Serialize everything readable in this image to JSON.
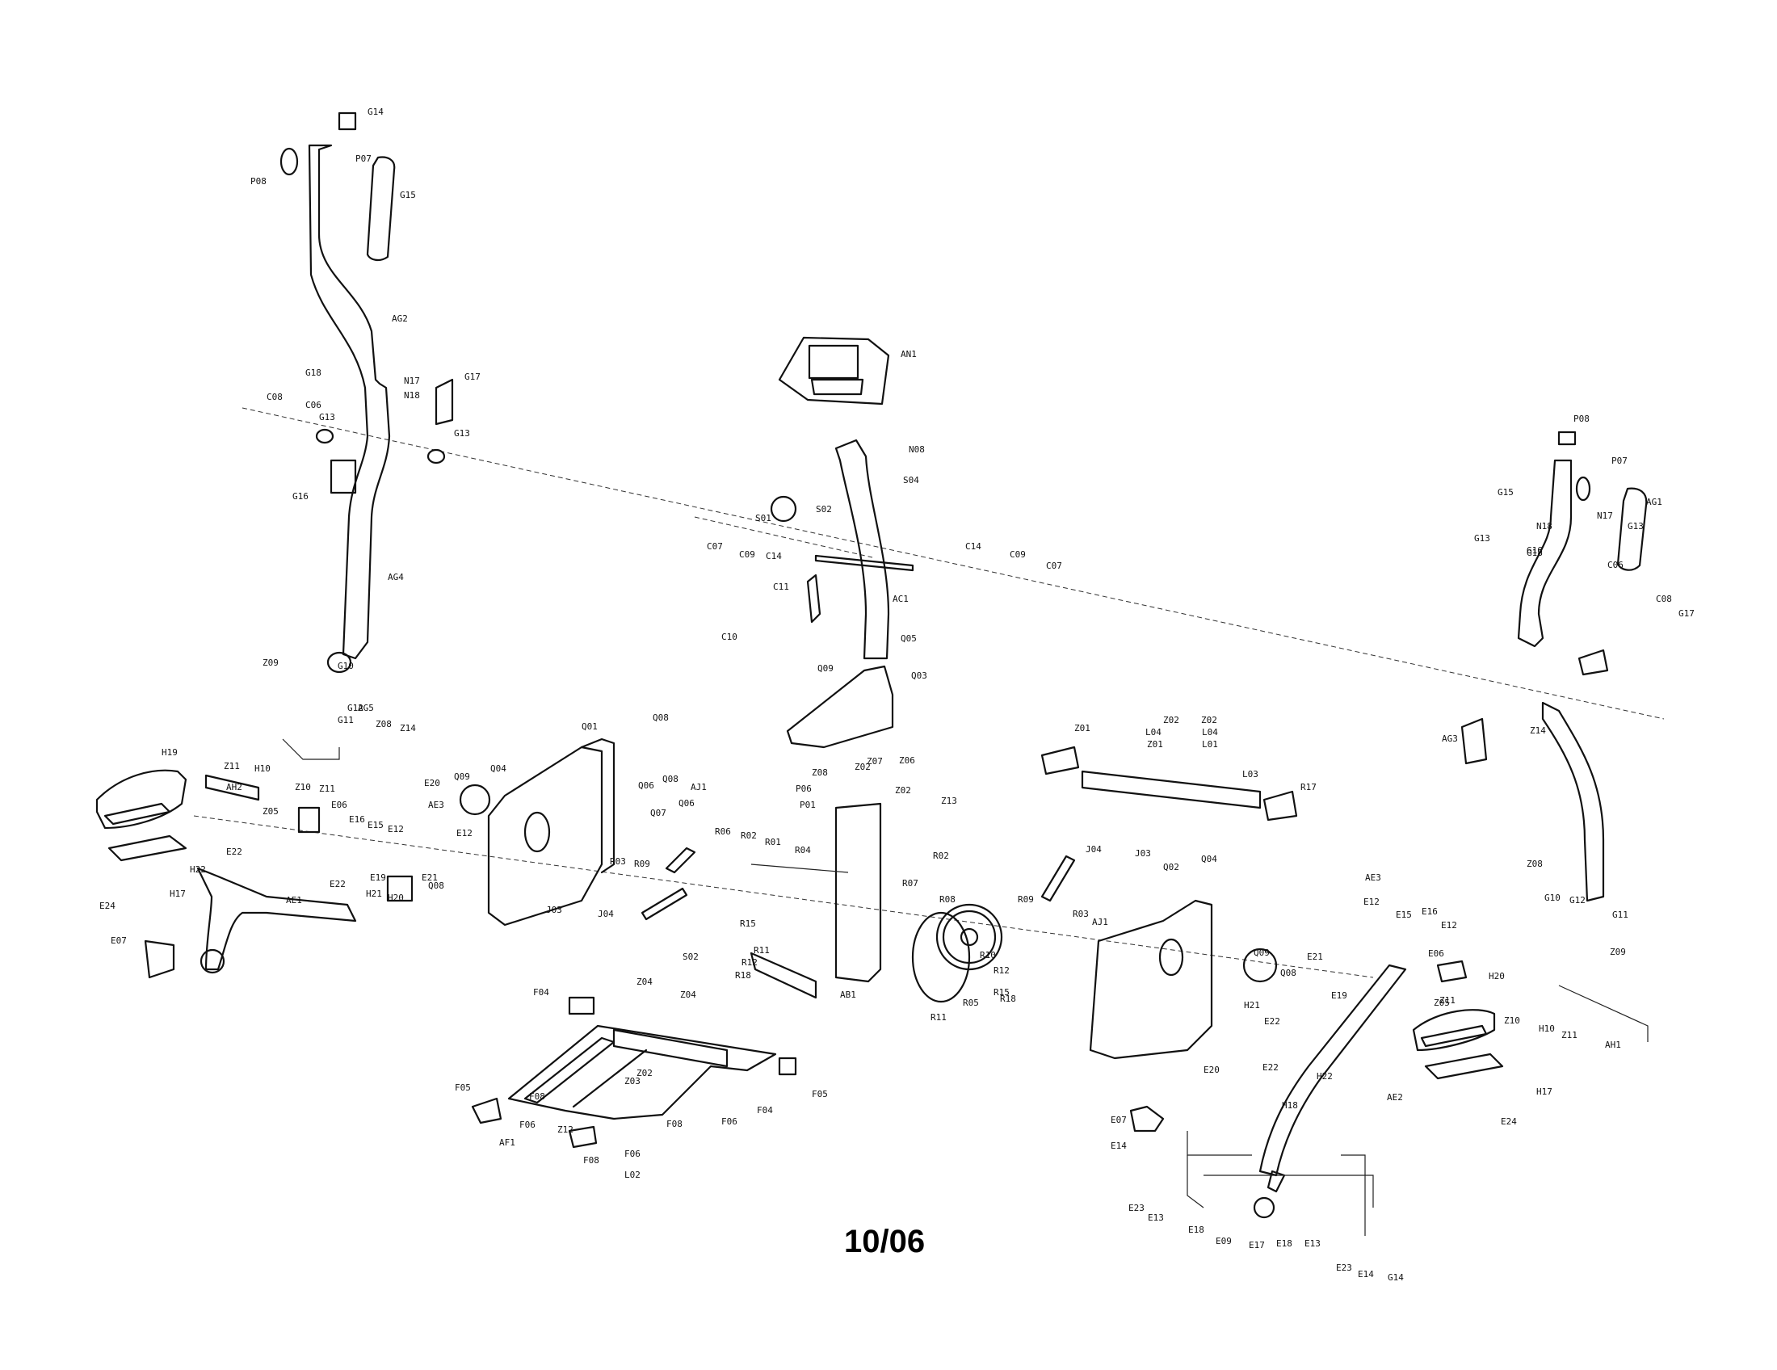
{
  "footer": {
    "code": "10/06"
  },
  "labels": [
    "G14",
    "P08",
    "P07",
    "G15",
    "AG2",
    "G18",
    "N17",
    "N18",
    "G17",
    "C08",
    "C06",
    "G13",
    "G13",
    "G16",
    "AG4",
    "Z09",
    "G10",
    "AG5",
    "G11",
    "G12",
    "Z08",
    "Z14",
    "H19",
    "Z11",
    "H10",
    "AH2",
    "Z10",
    "Z11",
    "E06",
    "Z05",
    "E16",
    "E15",
    "E12",
    "E20",
    "AE3",
    "E12",
    "E19",
    "E21",
    "E22",
    "H21",
    "H20",
    "H22",
    "E22",
    "AE1",
    "H17",
    "E24",
    "E07",
    "Q01",
    "Q08",
    "Q09",
    "Q04",
    "Q06",
    "Q08",
    "Q06",
    "Q07",
    "R03",
    "R09",
    "AJ1",
    "R06",
    "R02",
    "R01",
    "R04",
    "Q08",
    "J03",
    "J04",
    "AN1",
    "N08",
    "S04",
    "S01",
    "S02",
    "C07",
    "C09",
    "C14",
    "C14",
    "C09",
    "C07",
    "C11",
    "AC1",
    "C10",
    "Q09",
    "Q05",
    "Q03",
    "P06",
    "P01",
    "Z08",
    "Z02",
    "Z07",
    "Z06",
    "Z02",
    "Z13",
    "R15",
    "R11",
    "R12",
    "R18",
    "S02",
    "AB1",
    "F04",
    "Z04",
    "Z04",
    "Z02",
    "Z03",
    "F05",
    "F08",
    "F06",
    "AF1",
    "Z12",
    "F08",
    "F06",
    "F04",
    "F05",
    "F08",
    "F06",
    "L02",
    "Z01",
    "Z02",
    "L04",
    "Z01",
    "Z02",
    "L04",
    "L01",
    "L03",
    "R17",
    "R02",
    "R07",
    "R08",
    "R10",
    "R11",
    "R12",
    "R15",
    "R18",
    "R05",
    "R09",
    "R03",
    "AJ1",
    "J04",
    "J03",
    "Q02",
    "Q04",
    "Q09",
    "Q08",
    "E20",
    "AE3",
    "E12",
    "E15",
    "E16",
    "E12",
    "E21",
    "E19",
    "E06",
    "Z05",
    "H20",
    "H21",
    "E22",
    "E22",
    "H22",
    "AE2",
    "H18",
    "Z11",
    "Z10",
    "H10",
    "Z11",
    "AH1",
    "H17",
    "E24",
    "E07",
    "E14",
    "E23",
    "E13",
    "E18",
    "E09",
    "E17",
    "E18",
    "E13",
    "E23",
    "E14",
    "G14",
    "P08",
    "P07",
    "G15",
    "AG1",
    "G18",
    "N17",
    "N18",
    "G16",
    "G13",
    "G13",
    "C06",
    "C08",
    "G17",
    "AG3",
    "Z14",
    "Z08",
    "G10",
    "G12",
    "G11",
    "Z09"
  ]
}
